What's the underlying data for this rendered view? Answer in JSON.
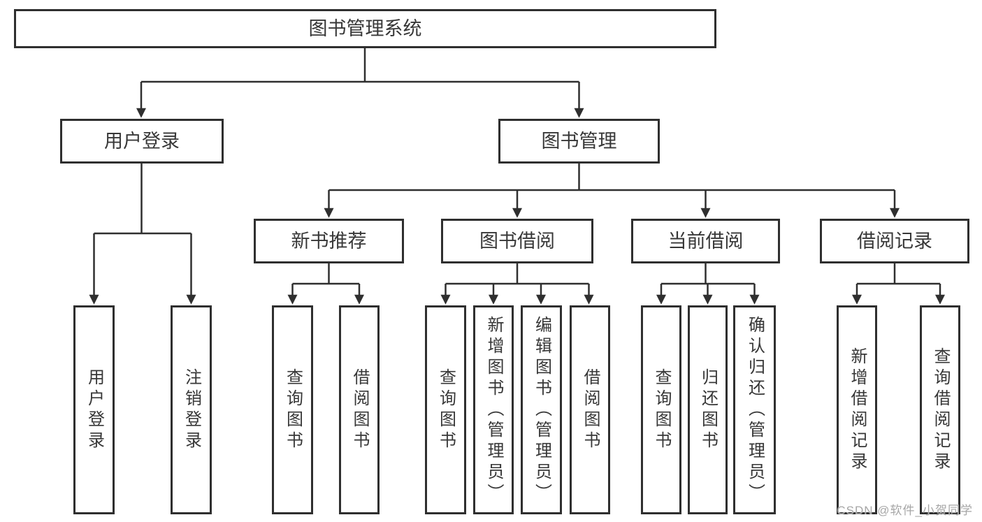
{
  "diagram": {
    "title": "图书管理系统",
    "type": "functional-structure-tree",
    "colors": {
      "line": "#2f2f2f",
      "border": "#2f2f2f",
      "text": "#373737",
      "background": "#ffffff",
      "watermark": "#a6a6a6"
    },
    "watermark": "CSDN @软件_小贺同学",
    "tree": {
      "label": "图书管理系统",
      "children": [
        {
          "label": "用户登录",
          "children": [
            {
              "label": "用户登录"
            },
            {
              "label": "注销登录"
            }
          ]
        },
        {
          "label": "图书管理",
          "children": [
            {
              "label": "新书推荐",
              "children": [
                {
                  "label": "查询图书"
                },
                {
                  "label": "借阅图书"
                }
              ]
            },
            {
              "label": "图书借阅",
              "children": [
                {
                  "label": "查询图书"
                },
                {
                  "label": "新增图书（管理员）"
                },
                {
                  "label": "编辑图书（管理员）"
                },
                {
                  "label": "借阅图书"
                }
              ]
            },
            {
              "label": "当前借阅",
              "children": [
                {
                  "label": "查询图书"
                },
                {
                  "label": "归还图书"
                },
                {
                  "label": "确认归还（管理员）"
                }
              ]
            },
            {
              "label": "借阅记录",
              "children": [
                {
                  "label": "新增借阅记录"
                },
                {
                  "label": "查询借阅记录"
                }
              ]
            }
          ]
        }
      ]
    }
  }
}
